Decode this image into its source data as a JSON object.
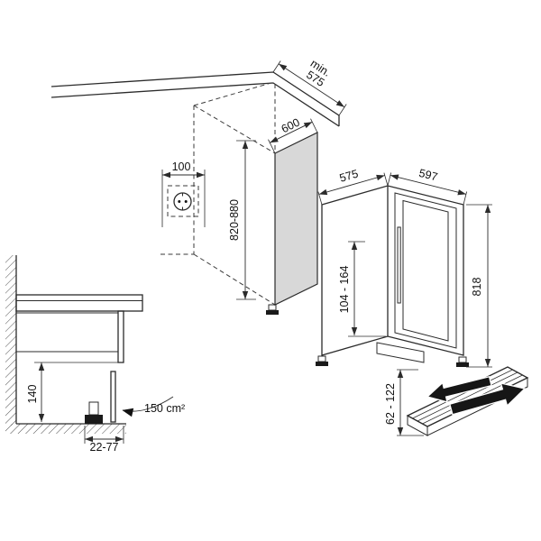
{
  "diagram": {
    "niche": {
      "depth_min_prefix": "min.",
      "depth_min_value": "575",
      "width": "600",
      "socket_offset": "100",
      "height_range": "820-880"
    },
    "appliance": {
      "width": "597",
      "depth": "575",
      "height": "818",
      "base_height_range": "104 - 164"
    },
    "plinth_vent": {
      "height_range": "62 - 122"
    },
    "section": {
      "plinth_height": "140",
      "foot_recess_range": "22-77",
      "vent_cross_section": "150 cm²"
    }
  }
}
